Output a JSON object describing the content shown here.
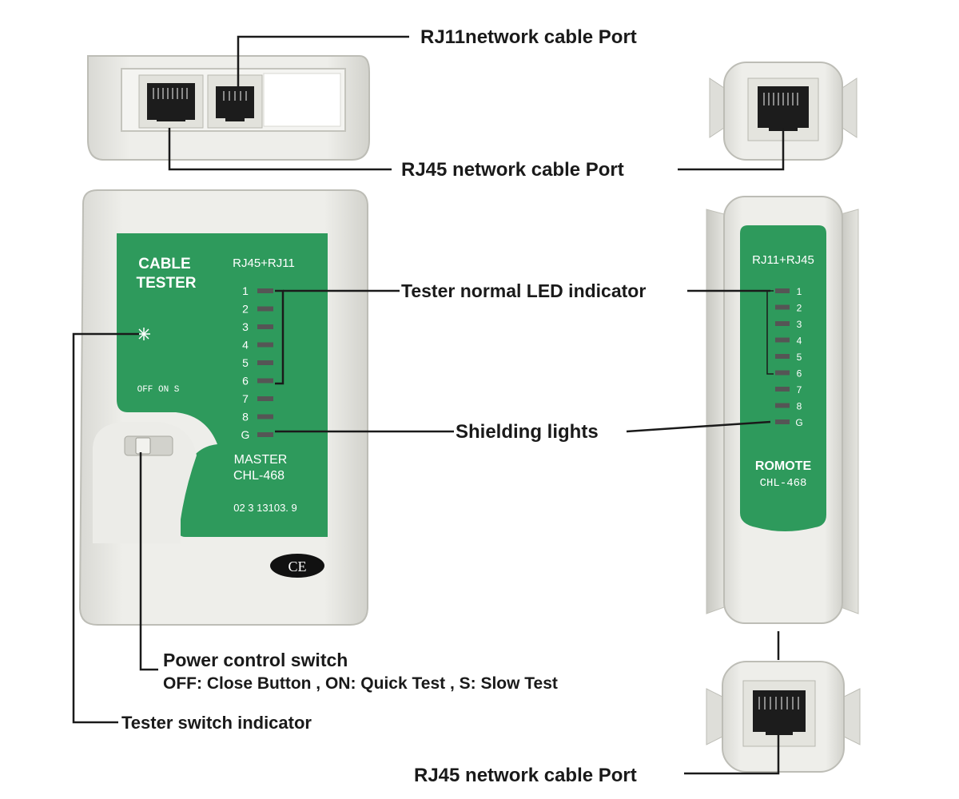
{
  "callouts": {
    "rj11_port": "RJ11network cable Port",
    "rj45_port_top": "RJ45 network cable Port",
    "led_indicator": "Tester normal LED indicator",
    "shielding": "Shielding lights",
    "power_switch": "Power control switch",
    "power_switch_desc": "OFF: Close Button , ON: Quick Test , S: Slow Test",
    "switch_indicator": "Tester switch indicator",
    "rj45_port_bottom": "RJ45 network cable Port"
  },
  "master": {
    "title_line1": "CABLE",
    "title_line2": "TESTER",
    "connector_label": "RJ45+RJ11",
    "switch_label": "OFF ON S",
    "model_line1": "MASTER",
    "model_line2": "CHL-468",
    "serial": "02 3 13103. 9",
    "ce_mark": "CE",
    "leds": [
      "1",
      "2",
      "3",
      "4",
      "5",
      "6",
      "7",
      "8",
      "G"
    ]
  },
  "remote": {
    "connector_label": "RJ11+RJ45",
    "model_line1": "ROMOTE",
    "model_line2": "CHL-468",
    "leds": [
      "1",
      "2",
      "3",
      "4",
      "5",
      "6",
      "7",
      "8",
      "G"
    ]
  },
  "colors": {
    "panel_green": "#2e9a5c",
    "body_grey": "#e8e8e4",
    "led_grey": "#555555",
    "line": "#1a1a1a"
  }
}
